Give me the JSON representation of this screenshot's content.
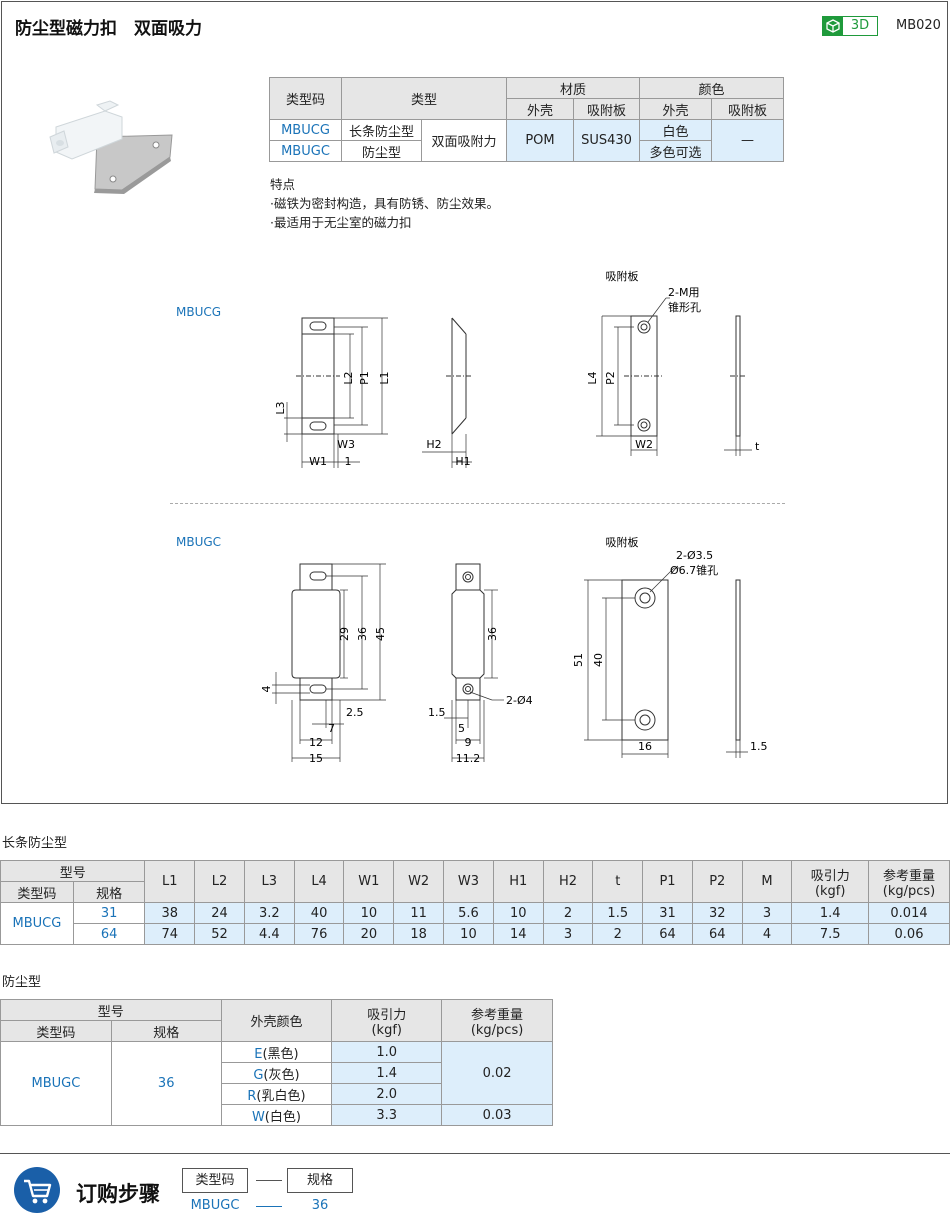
{
  "header": {
    "title": "防尘型磁力扣　双面吸力",
    "badge": "3D",
    "code": "MB020"
  },
  "top_table": {
    "h_type_code": "类型码",
    "h_type": "类型",
    "h_material": "材质",
    "h_color": "颜色",
    "h_shell": "外壳",
    "h_plate": "吸附板",
    "h_shell2": "外壳",
    "h_plate2": "吸附板",
    "rows": [
      {
        "code": "MBUCG",
        "type": "长条防尘型"
      },
      {
        "code": "MBUGC",
        "type": "防尘型"
      }
    ],
    "shared_type": "双面吸附力",
    "mat_shell": "POM",
    "mat_plate": "SUS430",
    "color_shell_1": "白色",
    "color_shell_2": "多色可选",
    "color_plate": "—"
  },
  "features": {
    "title": "特点",
    "items": [
      "·磁铁为密封构造，具有防锈、防尘效果。",
      "·最适用于无尘室的磁力扣"
    ]
  },
  "drawings": {
    "mbucg_label": "MBUCG",
    "mbugc_label": "MBUGC",
    "plate_label_1": "吸附板",
    "plate_label_2": "吸附板",
    "g_hole_note_1": "2-M用",
    "g_hole_note_2": "锥形孔",
    "g_dims": {
      "L2": "L2",
      "P1": "P1",
      "L1": "L1",
      "L3": "L3",
      "W1": "W1",
      "one": "1",
      "W3": "W3",
      "H2": "H2",
      "H1": "H1",
      "L4": "L4",
      "P2": "P2",
      "W2": "W2",
      "t": "t"
    },
    "c_hole_note_1": "2-Ø3.5",
    "c_hole_note_2": "Ø6.7锥孔",
    "c_side_note": "2-Ø4",
    "c_dims": {
      "d29": "29",
      "d36": "36",
      "d45": "45",
      "d4": "4",
      "d2_5": "2.5",
      "d7": "7",
      "d12": "12",
      "d15": "15",
      "s36": "36",
      "d1_5": "1.5",
      "d5": "5",
      "d9": "9",
      "d11_2": "11.2",
      "d51": "51",
      "d40": "40",
      "d16": "16",
      "t1_5": "1.5"
    }
  },
  "section_g": {
    "title": "长条防尘型",
    "h_model": "型号",
    "h_type_code": "类型码",
    "h_spec": "规格",
    "cols": [
      "L1",
      "L2",
      "L3",
      "L4",
      "W1",
      "W2",
      "W3",
      "H1",
      "H2",
      "t",
      "P1",
      "P2",
      "M"
    ],
    "h_force": "吸引力\n(kgf)",
    "h_force_1": "吸引力",
    "h_force_2": "(kgf)",
    "h_weight_1": "参考重量",
    "h_weight_2": "(kg/pcs)",
    "code": "MBUCG",
    "rows": [
      {
        "spec": "31",
        "vals": [
          "38",
          "24",
          "3.2",
          "40",
          "10",
          "11",
          "5.6",
          "10",
          "2",
          "1.5",
          "31",
          "32",
          "3"
        ],
        "force": "1.4",
        "weight": "0.014"
      },
      {
        "spec": "64",
        "vals": [
          "74",
          "52",
          "4.4",
          "76",
          "20",
          "18",
          "10",
          "14",
          "3",
          "2",
          "64",
          "64",
          "4"
        ],
        "force": "7.5",
        "weight": "0.06"
      }
    ]
  },
  "section_c": {
    "title": "防尘型",
    "h_model": "型号",
    "h_type_code": "类型码",
    "h_spec": "规格",
    "h_shell_color": "外壳颜色",
    "h_force_1": "吸引力",
    "h_force_2": "(kgf)",
    "h_weight_1": "参考重量",
    "h_weight_2": "(kg/pcs)",
    "code": "MBUGC",
    "spec": "36",
    "rows": [
      {
        "letter": "E",
        "color": "(黑色)",
        "force": "1.0"
      },
      {
        "letter": "G",
        "color": "(灰色)",
        "force": "1.4"
      },
      {
        "letter": "R",
        "color": "(乳白色)",
        "force": "2.0"
      },
      {
        "letter": "W",
        "color": "(白色)",
        "force": "3.3"
      }
    ],
    "weight_1": "0.02",
    "weight_2": "0.03"
  },
  "order": {
    "title": "订购步骤",
    "box1": "类型码",
    "box2": "规格",
    "val1": "MBUGC",
    "val2": "36"
  }
}
